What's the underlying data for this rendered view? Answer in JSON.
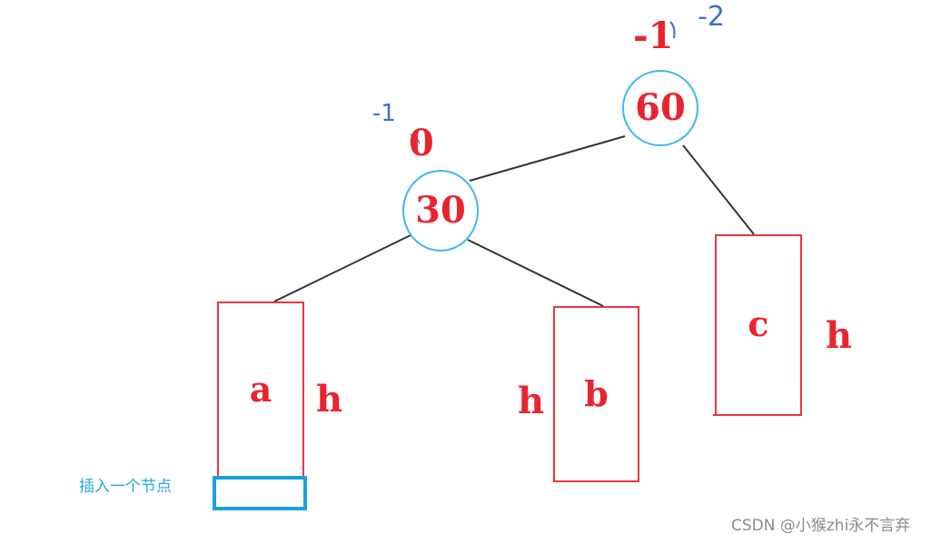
{
  "nodes": {
    "root": {
      "value": "60",
      "balance": "-1",
      "balance_new": "-2"
    },
    "left": {
      "value": "30",
      "balance": "0",
      "balance_new": "-1"
    }
  },
  "subtrees": {
    "a": {
      "label": "a",
      "height": "h"
    },
    "b": {
      "label": "b",
      "height": "h"
    },
    "c": {
      "label": "c",
      "height": "h"
    }
  },
  "inserted_note": "插入一个节点",
  "watermark": "CSDN @小猴zhi永不言弃",
  "colors": {
    "node_border": "#3db8ee",
    "label_red": "#e8242f",
    "box_border": "#e8383f",
    "edge": "#333333",
    "insert_box": "#1aa0e0",
    "handwriting": "#3a72c8"
  }
}
